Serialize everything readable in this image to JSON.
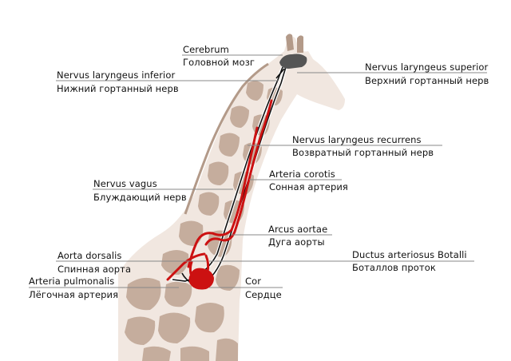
{
  "labels": {
    "cerebrum": {
      "latin": "Cerebrum",
      "russian": "Головной мозг"
    },
    "nervus_laryngeus_inferior": {
      "latin": "Nervus laryngeus inferior",
      "russian": "Нижний гортанный нерв"
    },
    "nervus_laryngeus_superior": {
      "latin": "Nervus laryngeus superior",
      "russian": "Верхний гортанный нерв"
    },
    "nervus_laryngeus_recurrens": {
      "latin": "Nervus laryngeus recurrens",
      "russian": "Возвратный гортанный нерв"
    },
    "arteria_corotis": {
      "latin": "Arteria corotis",
      "russian": "Сонная артерия"
    },
    "nervus_vagus": {
      "latin": "Nervus vagus",
      "russian": "Блуждающий нерв"
    },
    "arcus_aortae": {
      "latin": "Arcus aortae",
      "russian": "Дуга аорты"
    },
    "aorta_dorsalis": {
      "latin": "Aorta dorsalis",
      "russian": "Спинная аорта"
    },
    "ductus_arteriosus_botalli": {
      "latin": "Ductus arteriosus Botalli",
      "russian": "Боталлов проток"
    },
    "arteria_pulmonalis": {
      "latin": "Arteria pulmonalis",
      "russian": "Лёгочная артерия"
    },
    "cor": {
      "latin": "Cor",
      "russian": "Сердце"
    }
  },
  "colors": {
    "giraffe_skin": "#f1e7e0",
    "giraffe_patch": "#c5ad9d",
    "giraffe_mane": "#b39a89",
    "nerve": "#111111",
    "nerve_casing": "#ffffff",
    "artery": "#cc1111",
    "brain": "#555555",
    "leader_line": "#888888"
  }
}
